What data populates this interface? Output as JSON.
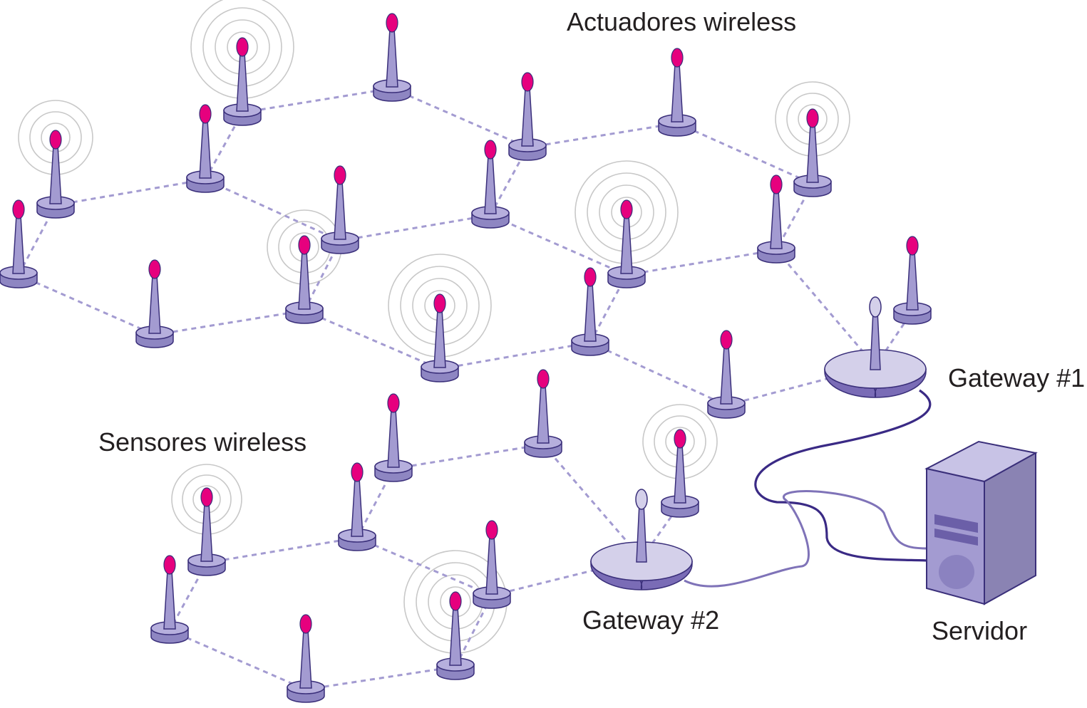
{
  "labels": {
    "actuators": "Actuadores wireless",
    "sensors": "Sensores wireless",
    "gateway1": "Gateway #1",
    "gateway2": "Gateway #2",
    "server": "Servidor"
  },
  "colors": {
    "node_tip": "#e6007e",
    "node_body": "#a39bd1",
    "node_outline": "#3a2f7a",
    "link": "#a39bd1",
    "cable": "#3a2a85",
    "cable_light": "#7f73b8",
    "signal_rings": "#c8c8c8",
    "server_front": "#a39bd1",
    "server_side": "#8a83b3",
    "server_top": "#c8c3e6"
  },
  "icons": {
    "node": "antenna-node-icon",
    "gateway": "gateway-dish-icon",
    "server": "server-tower-icon",
    "signal": "signal-rings-icon"
  }
}
